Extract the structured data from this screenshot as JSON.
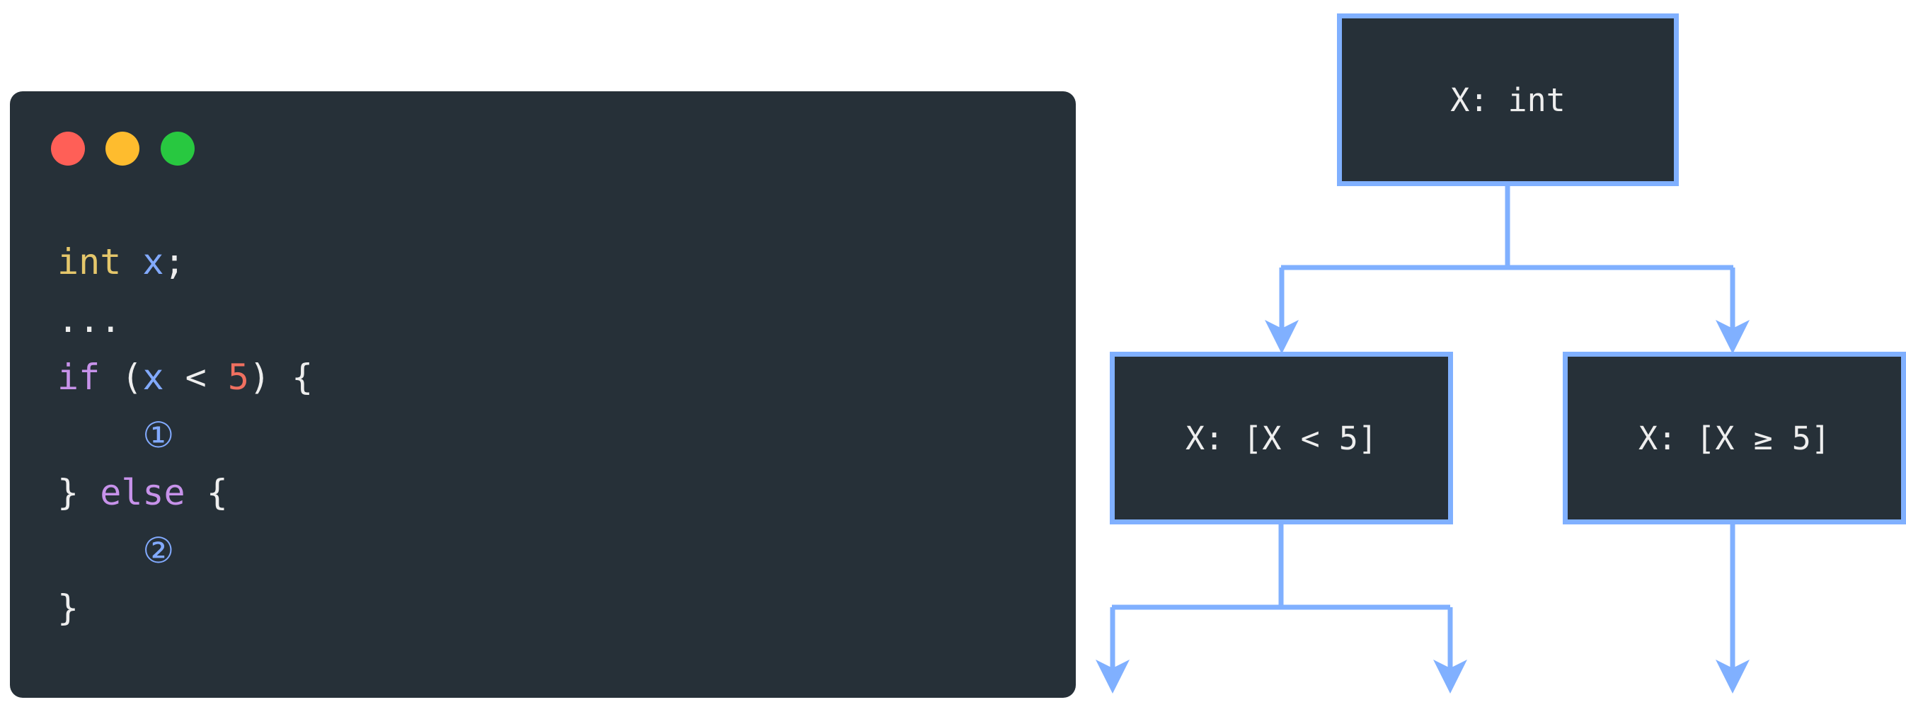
{
  "window": {
    "traffic_lights": [
      {
        "name": "close",
        "color": "#ff5f57"
      },
      {
        "name": "minimize",
        "color": "#febc2e"
      },
      {
        "name": "zoom",
        "color": "#28c840"
      }
    ]
  },
  "code": {
    "line1": {
      "type": "int",
      "var": "x",
      "end": ";"
    },
    "line2": {
      "text": "..."
    },
    "line3": {
      "kw": "if",
      "open": " (",
      "var": "x",
      "op": " < ",
      "num": "5",
      "close": ") {"
    },
    "line4": {
      "marker": "①"
    },
    "line5": {
      "open": "} ",
      "kw": "else",
      "close": " {"
    },
    "line6": {
      "marker": "②"
    },
    "line7": {
      "text": "}"
    }
  },
  "diagram": {
    "root": "X: int",
    "left": "X: [X < 5]",
    "right": "X: [X ≥ 5]",
    "edge_color": "#80b0ff"
  }
}
